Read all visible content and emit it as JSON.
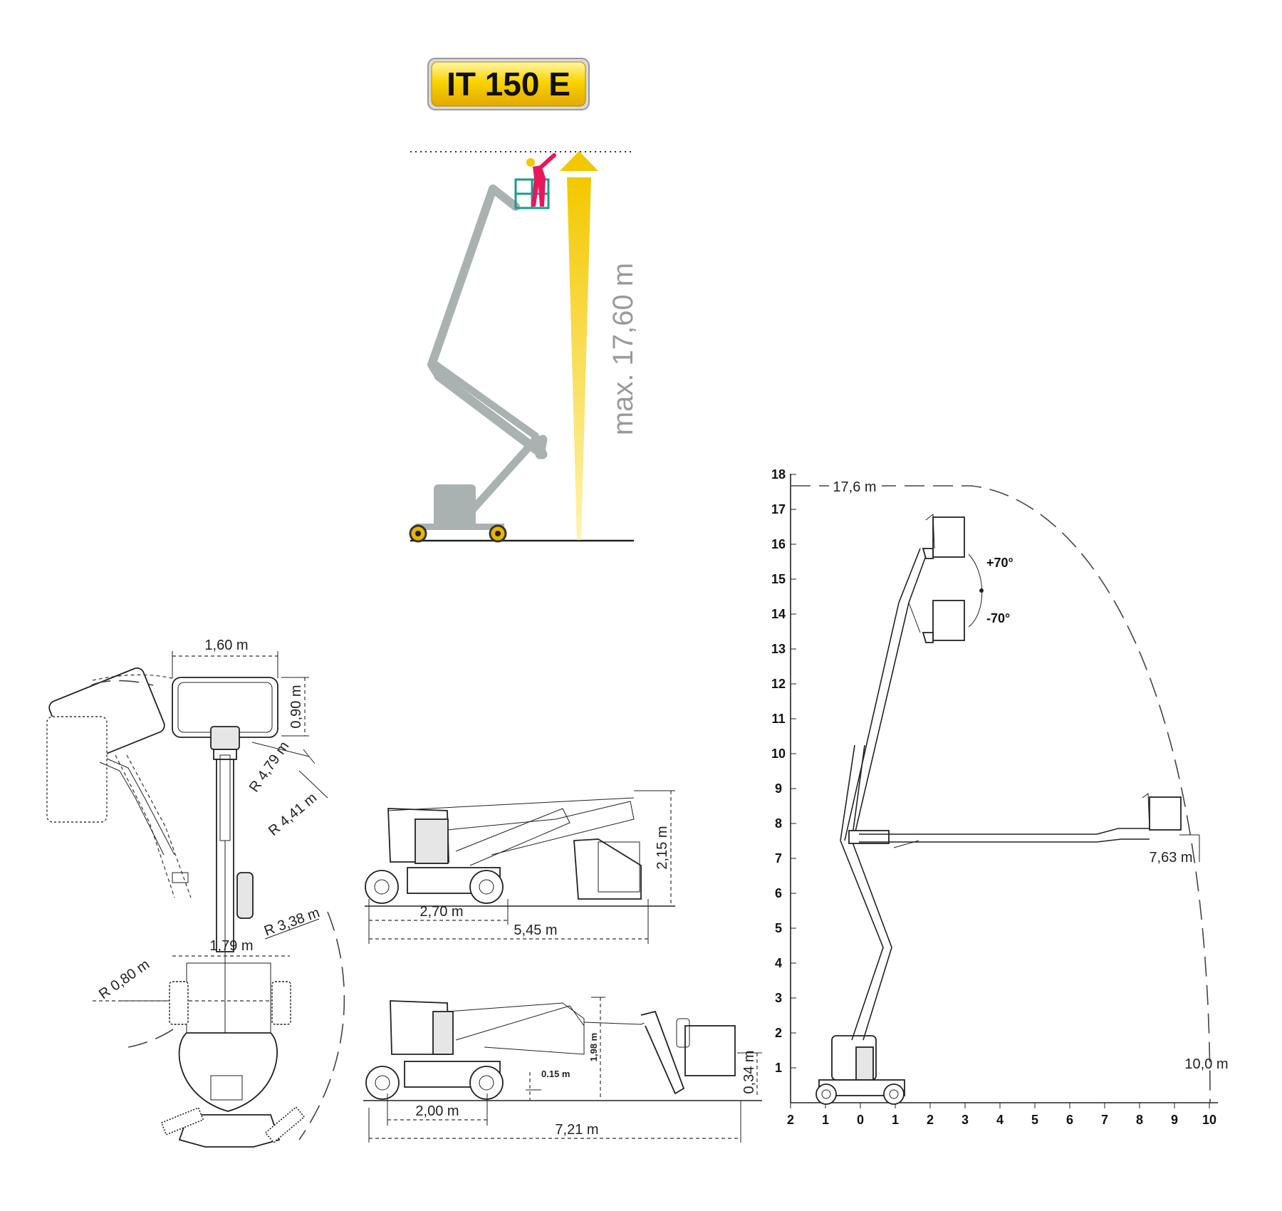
{
  "badge": {
    "model": "IT 150 E"
  },
  "height_view": {
    "max_height": "max. 17,60 m"
  },
  "top_view": {
    "platform_width": "1,60 m",
    "platform_depth": "0,90 m",
    "radius_outer": "R 4,79 m",
    "radius_inner": "R 4,41 m",
    "radius_turret": "R 3,38 m",
    "chassis_width": "1,79 m",
    "radius_inner_turn": "R 0,80 m"
  },
  "side_view_stowed": {
    "wheelbase": "2,70 m",
    "overall_length": "5,45 m",
    "stowed_height": "2,15 m"
  },
  "side_view_transport": {
    "wheelbase": "2,00 m",
    "overall_length": "7,21 m",
    "height": "1,98 m",
    "ground_clearance": "0.15 m",
    "platform_height": "0,34 m"
  },
  "envelope": {
    "y_ticks": [
      "1",
      "2",
      "3",
      "4",
      "5",
      "6",
      "7",
      "8",
      "9",
      "10",
      "11",
      "12",
      "13",
      "14",
      "15",
      "16",
      "17",
      "18"
    ],
    "x_ticks": [
      "2",
      "1",
      "0",
      "1",
      "2",
      "3",
      "4",
      "5",
      "6",
      "7",
      "8",
      "9",
      "10"
    ],
    "max_height_label": "17,6 m",
    "jib_up": "+70°",
    "jib_down": "-70°",
    "outreach_height": "7,63 m",
    "max_outreach": "10,0 m"
  },
  "colors": {
    "badge": "#f7c600",
    "arrow": "#f3c800",
    "machine": "#a9b2b1",
    "platform": "#1a9c8c",
    "operator": "#e8175d"
  }
}
